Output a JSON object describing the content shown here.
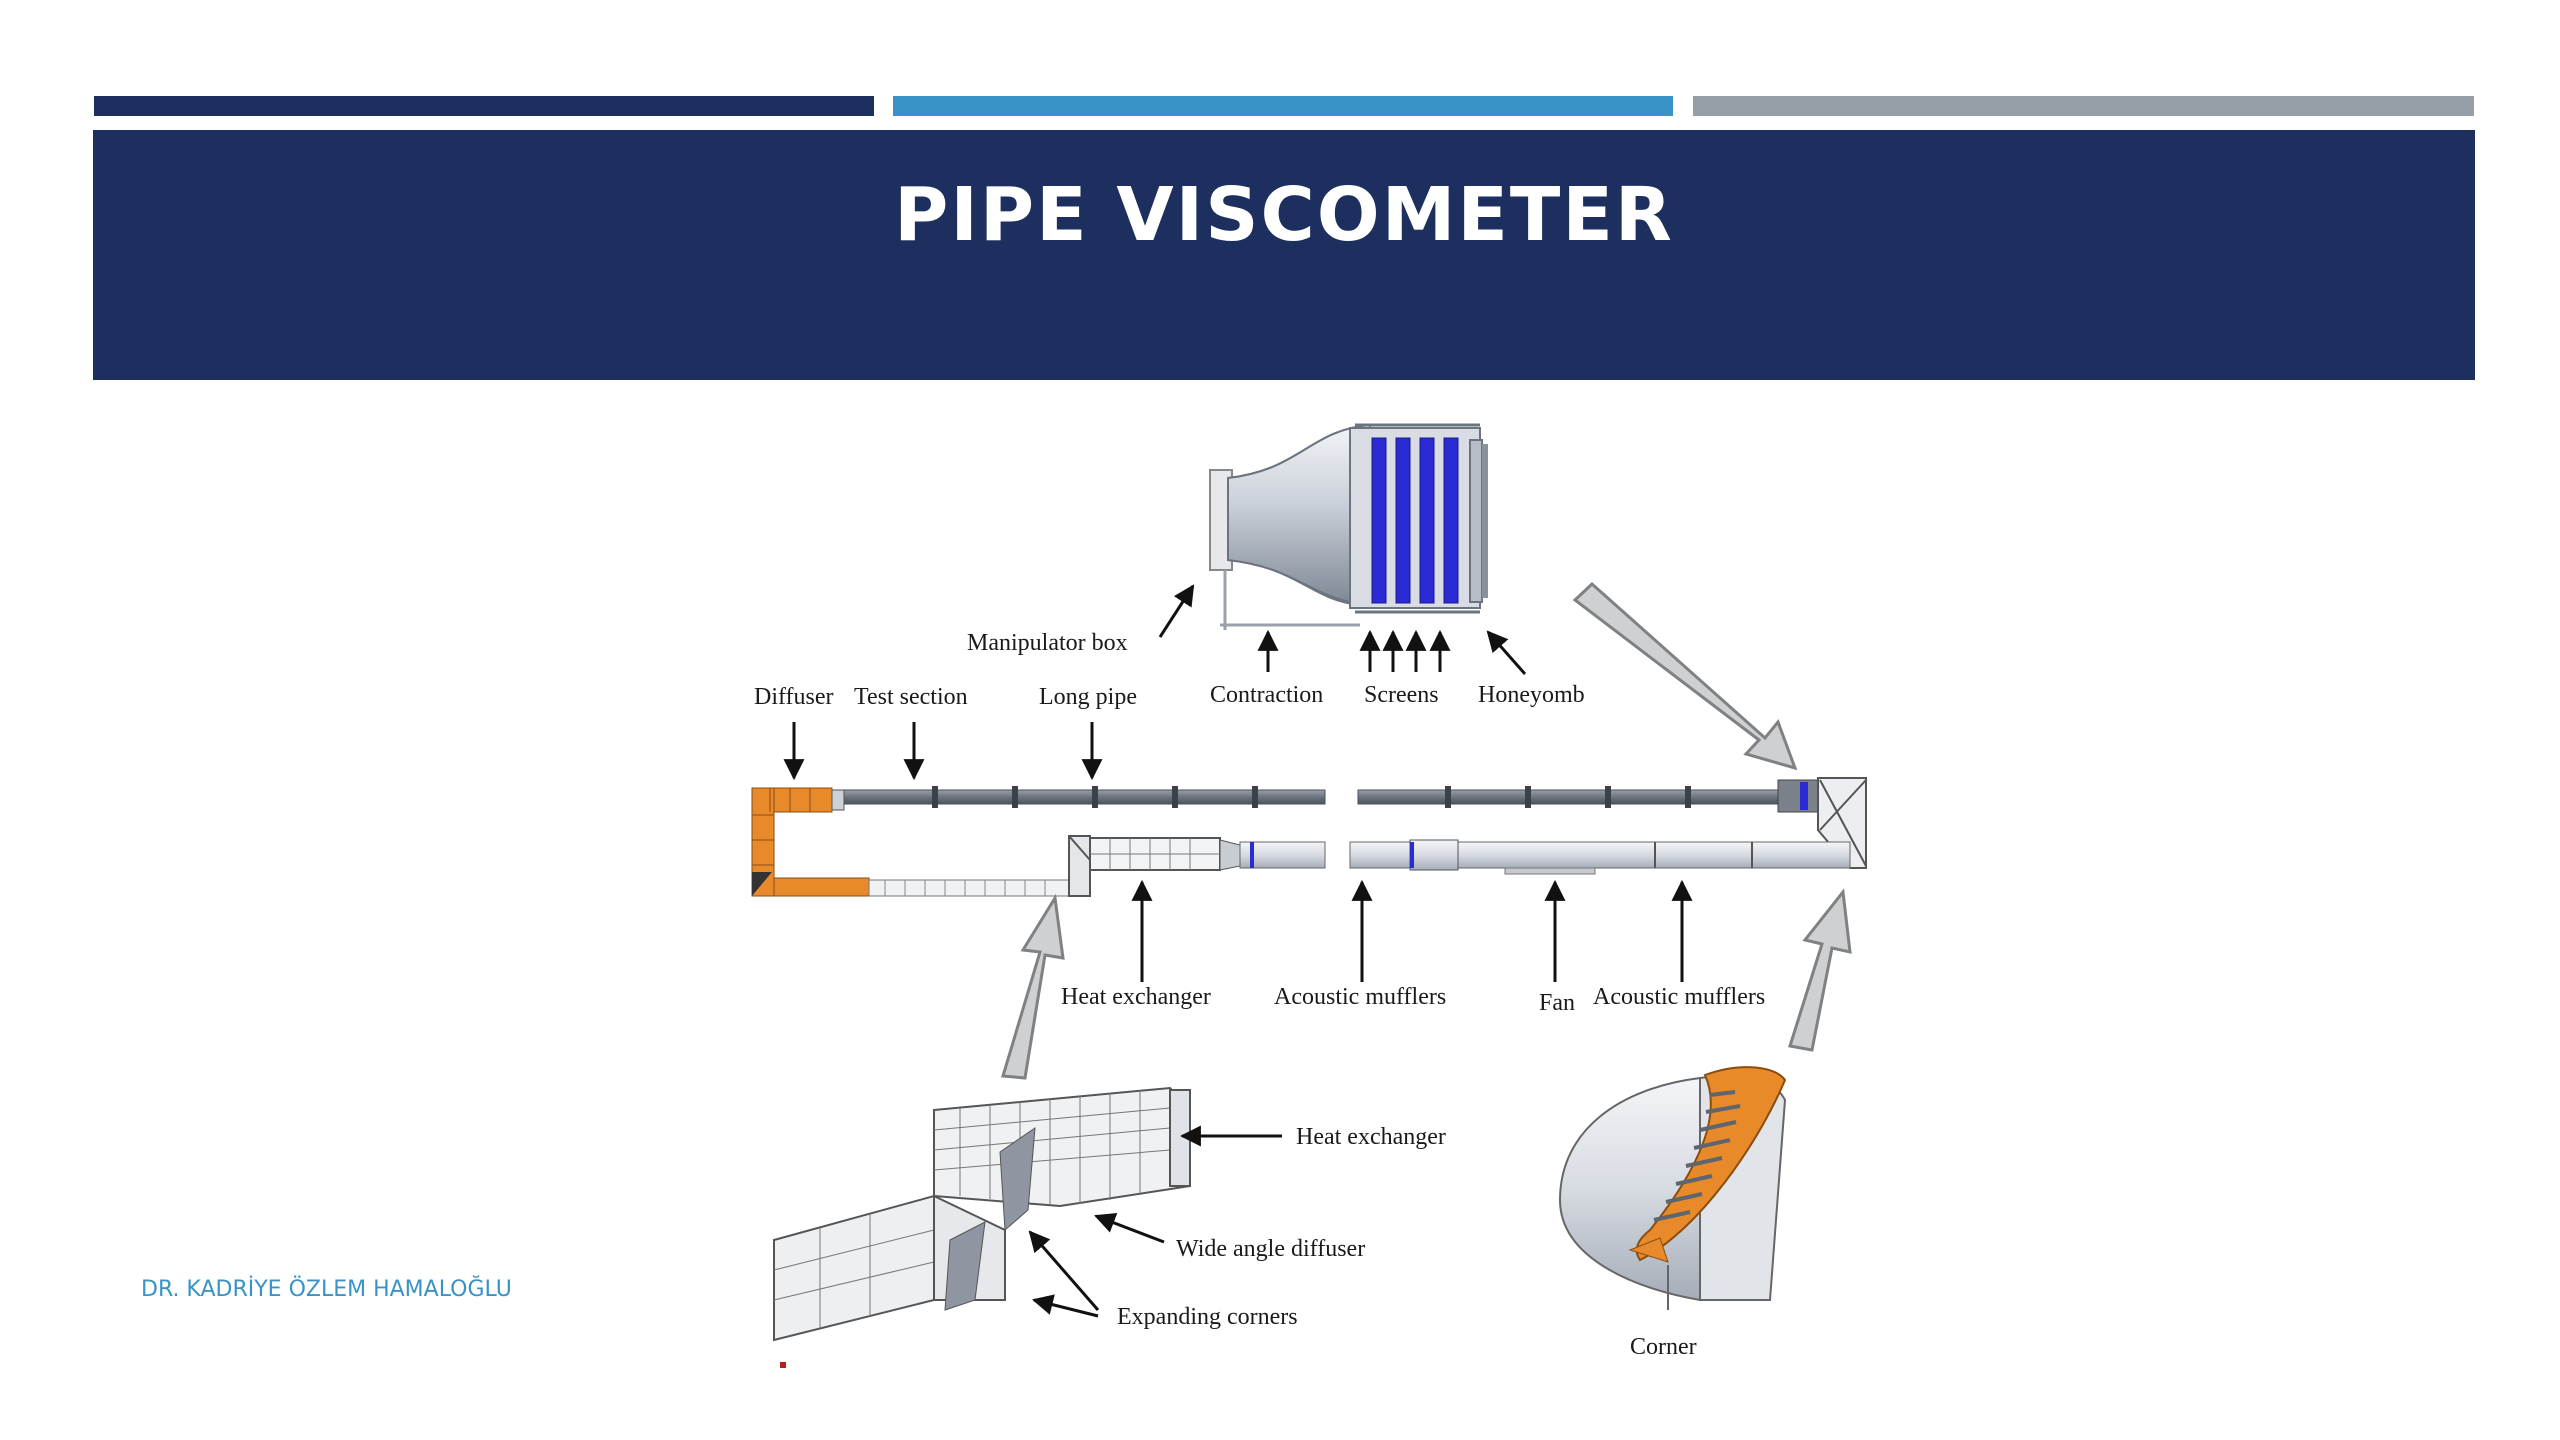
{
  "slide": {
    "title": "PIPE VISCOMETER",
    "footer": "DR. KADRİYE ÖZLEM HAMALOĞLU"
  },
  "colors": {
    "navy": "#1c2f5f",
    "teal": "#3a93c6",
    "gray": "#969ea6",
    "footer_text": "#3a93c6",
    "screen_blue": "#2b2bd6",
    "orange": "#e88a2a"
  },
  "labels": {
    "manipulator_box": "Manipulator box",
    "contraction": "Contraction",
    "screens": "Screens",
    "honeycomb": "Honeyomb",
    "diffuser": "Diffuser",
    "test_section": "Test section",
    "long_pipe": "Long pipe",
    "heat_exchanger": "Heat exchanger",
    "acoustic_mufflers_1": "Acoustic mufflers",
    "fan": "Fan",
    "acoustic_mufflers_2": "Acoustic mufflers",
    "heat_exchanger_detail": "Heat exchanger",
    "wide_angle_diffuser": "Wide angle diffuser",
    "expanding_corners": "Expanding corners",
    "corner": "Corner"
  }
}
